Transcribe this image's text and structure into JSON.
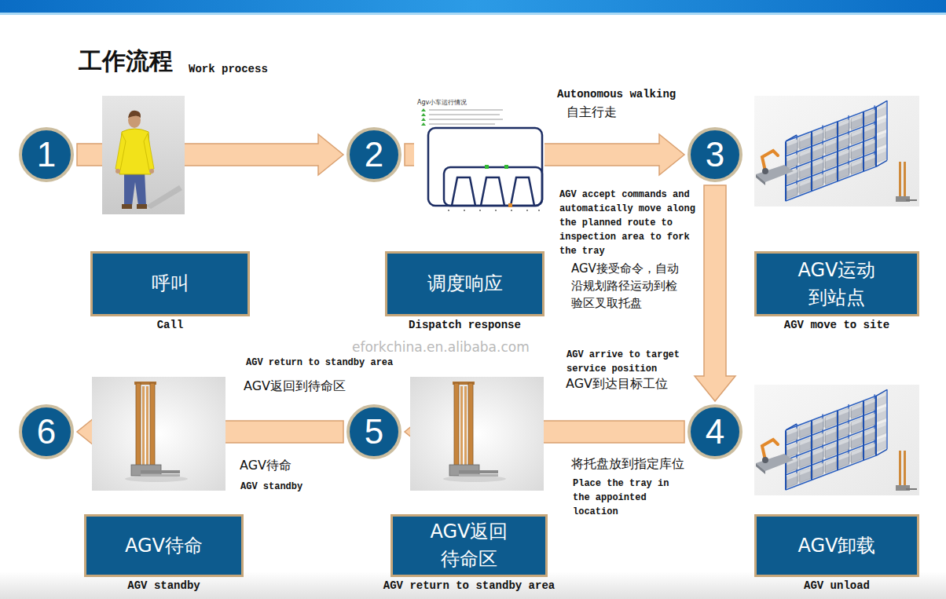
{
  "diagram": {
    "title": "工作流程",
    "nodes": [
      {
        "text": [
          "1"
        ]
      },
      {
        "text": [
          "2"
        ]
      },
      {
        "text": [
          "3"
        ]
      },
      {
        "text": [
          "4"
        ]
      },
      {
        "text": [
          "5"
        ]
      },
      {
        "text": [
          "6"
        ]
      },
      {
        "text": [
          "呼叫",
          "Call"
        ]
      },
      {
        "text": [
          "调度响应",
          "Dispatch response"
        ]
      },
      {
        "text": [
          "AGV运动 到站点",
          "AGV move to site"
        ]
      },
      {
        "text": [
          "AGV卸载",
          "AGV unload"
        ]
      },
      {
        "text": [
          "AGV返回 待命区",
          "AGV return to standby area"
        ]
      },
      {
        "text": [
          "AGV待命",
          "AGV standby"
        ]
      }
    ],
    "edges": [
      {
        "from": 0,
        "to": 1,
        "arrow": "to"
      },
      {
        "from": 1,
        "to": 2,
        "arrow": "to"
      },
      {
        "from": 2,
        "to": 3,
        "arrow": "to"
      },
      {
        "from": 3,
        "to": 4,
        "arrow": "to"
      },
      {
        "from": 4,
        "to": 5,
        "arrow": "to"
      }
    ],
    "labels": [
      "Work process",
      "Autonomous walking",
      "自主行走",
      "AGV accept commands and automatically move along the planned route to inspection area to fork the tray",
      "AGV接受命令，自动 沿规划路径运动到检 验区叉取托盘",
      "AGV arrive to target service position",
      "AGV到达目标工位",
      "将托盘放到指定库位",
      "Place the tray in the appointed location",
      "AGV return to standby area",
      "AGV返回到待命区",
      "AGV待命",
      "AGV standby",
      "eforkchina.en.alibaba.com",
      "Agv小车运行情况"
    ]
  }
}
